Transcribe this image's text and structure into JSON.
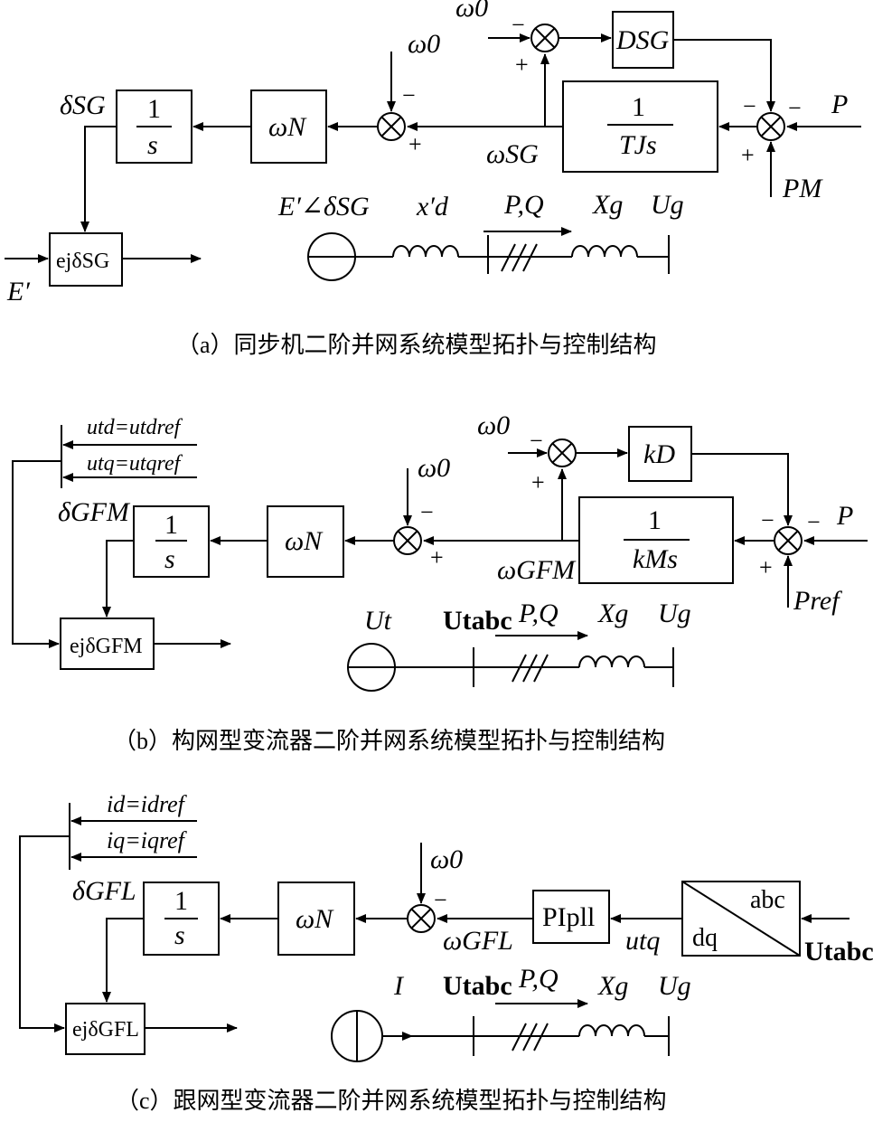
{
  "panel_a": {
    "caption": "（a）同步机二阶并网系统模型拓扑与控制结构",
    "omega0_top": "ω0",
    "omega0_mid": "ω0",
    "damping_block": "DSG",
    "inertia_num": "1",
    "inertia_den": "TJs",
    "integrator_num": "1",
    "integrator_den": "s",
    "omegaN_block": "ωN",
    "exp_block": "ejδSG",
    "delta": "δSG",
    "omega_sg": "ωSG",
    "P": "P",
    "PM": "PM",
    "Eprime": "E′",
    "source_label": "E′∠δSG",
    "xd": "x′d",
    "PQ": "P,Q",
    "Xg": "Xg",
    "Ug": "Ug"
  },
  "panel_b": {
    "caption": "（b）构网型变流器二阶并网系统模型拓扑与控制结构",
    "ref_td": "utd=utdref",
    "ref_tq": "utq=utqref",
    "delta": "δGFM",
    "omega0_top": "ω0",
    "omega0_mid": "ω0",
    "kD_block": "kD",
    "inertia_num": "1",
    "inertia_den": "kMs",
    "integrator_num": "1",
    "integrator_den": "s",
    "omegaN_block": "ωN",
    "exp_block": "ejδGFM",
    "omega_gfm": "ωGFM",
    "P": "P",
    "Pref": "Pref",
    "Ut": "Ut",
    "Utabc": "Utabc",
    "PQ": "P,Q",
    "Xg": "Xg",
    "Ug": "Ug"
  },
  "panel_c": {
    "caption": "（c）跟网型变流器二阶并网系统模型拓扑与控制结构",
    "ref_d": "id=idref",
    "ref_q": "iq=iqref",
    "delta": "δGFL",
    "omega0": "ω0",
    "pi_block": "PIpll",
    "integrator_num": "1",
    "integrator_den": "s",
    "omegaN_block": "ωN",
    "exp_block": "ejδGFL",
    "omega_gfl": "ωGFL",
    "utq": "utq",
    "transform_abc": "abc",
    "transform_dq": "dq",
    "Utabc_in": "Utabc",
    "I": "I",
    "Utabc": "Utabc",
    "PQ": "P,Q",
    "Xg": "Xg",
    "Ug": "Ug"
  }
}
